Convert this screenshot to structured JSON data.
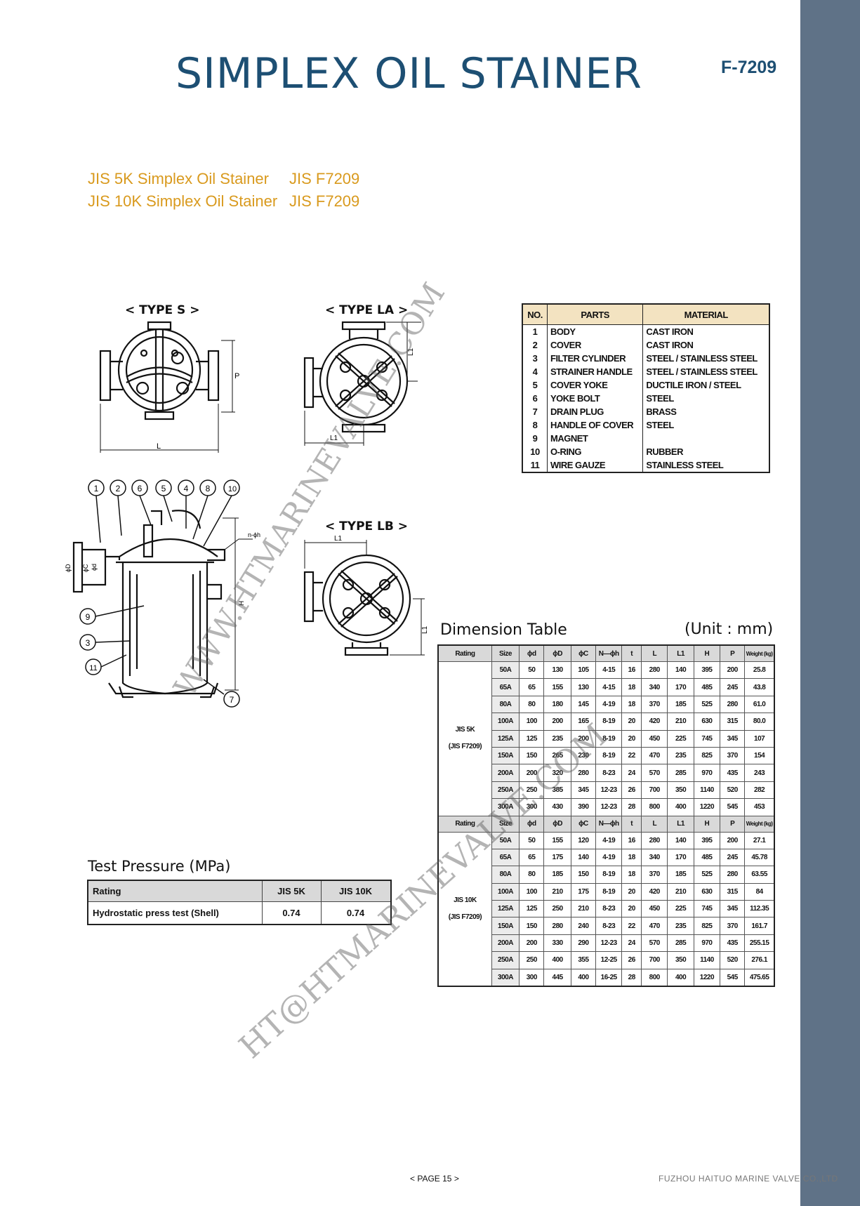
{
  "title": "SIMPLEX OIL STAINER",
  "code": "F-7209",
  "subtitles": [
    {
      "name": "JIS 5K Simplex Oil Stainer",
      "std": "JIS F7209"
    },
    {
      "name": "JIS 10K Simplex Oil Stainer",
      "std": "JIS F7209"
    }
  ],
  "drawings": {
    "type_s": "< TYPE S >",
    "type_la": "< TYPE LA >",
    "type_lb": "< TYPE LB >",
    "dim_L": "L",
    "dim_L1": "L1",
    "dim_P": "P",
    "dim_H": "H",
    "dim_nh": "n-ϕh",
    "dim_D": "ϕD",
    "dim_C": "ϕC",
    "dim_d": "ϕd",
    "balloons_top": [
      "1",
      "2",
      "6",
      "5",
      "4",
      "8",
      "10"
    ],
    "balloons_side": [
      "9",
      "3",
      "11"
    ],
    "balloon_bottom": "7"
  },
  "parts_table": {
    "headers": [
      "NO.",
      "PARTS",
      "MATERIAL"
    ],
    "rows": [
      [
        "1",
        "BODY",
        "CAST IRON"
      ],
      [
        "2",
        "COVER",
        "CAST IRON"
      ],
      [
        "3",
        "FILTER CYLINDER",
        "STEEL / STAINLESS STEEL"
      ],
      [
        "4",
        "STRAINER HANDLE",
        "STEEL / STAINLESS STEEL"
      ],
      [
        "5",
        "COVER YOKE",
        "DUCTILE IRON / STEEL"
      ],
      [
        "6",
        "YOKE BOLT",
        "STEEL"
      ],
      [
        "7",
        "DRAIN PLUG",
        "BRASS"
      ],
      [
        "8",
        "HANDLE OF COVER",
        "STEEL"
      ],
      [
        "9",
        "MAGNET",
        ""
      ],
      [
        "10",
        "O-RING",
        "RUBBER"
      ],
      [
        "11",
        "WIRE GAUZE",
        "STAINLESS STEEL"
      ]
    ]
  },
  "dimension_table": {
    "title": "Dimension Table",
    "unit": "(Unit : mm)",
    "headers": [
      "Rating",
      "Size",
      "ϕd",
      "ϕD",
      "ϕC",
      "N—ϕh",
      "t",
      "L",
      "L1",
      "H",
      "P",
      "Weight (kg)"
    ],
    "groups": [
      {
        "rating": "JIS 5K",
        "rating_std": "(JIS F7209)",
        "rows": [
          [
            "50A",
            "50",
            "130",
            "105",
            "4-15",
            "16",
            "280",
            "140",
            "395",
            "200",
            "25.8"
          ],
          [
            "65A",
            "65",
            "155",
            "130",
            "4-15",
            "18",
            "340",
            "170",
            "485",
            "245",
            "43.8"
          ],
          [
            "80A",
            "80",
            "180",
            "145",
            "4-19",
            "18",
            "370",
            "185",
            "525",
            "280",
            "61.0"
          ],
          [
            "100A",
            "100",
            "200",
            "165",
            "8-19",
            "20",
            "420",
            "210",
            "630",
            "315",
            "80.0"
          ],
          [
            "125A",
            "125",
            "235",
            "200",
            "8-19",
            "20",
            "450",
            "225",
            "745",
            "345",
            "107"
          ],
          [
            "150A",
            "150",
            "265",
            "230",
            "8-19",
            "22",
            "470",
            "235",
            "825",
            "370",
            "154"
          ],
          [
            "200A",
            "200",
            "320",
            "280",
            "8-23",
            "24",
            "570",
            "285",
            "970",
            "435",
            "243"
          ],
          [
            "250A",
            "250",
            "385",
            "345",
            "12-23",
            "26",
            "700",
            "350",
            "1140",
            "520",
            "282"
          ],
          [
            "300A",
            "300",
            "430",
            "390",
            "12-23",
            "28",
            "800",
            "400",
            "1220",
            "545",
            "453"
          ]
        ]
      },
      {
        "rating": "JIS 10K",
        "rating_std": "(JIS F7209)",
        "rows": [
          [
            "50A",
            "50",
            "155",
            "120",
            "4-19",
            "16",
            "280",
            "140",
            "395",
            "200",
            "27.1"
          ],
          [
            "65A",
            "65",
            "175",
            "140",
            "4-19",
            "18",
            "340",
            "170",
            "485",
            "245",
            "45.78"
          ],
          [
            "80A",
            "80",
            "185",
            "150",
            "8-19",
            "18",
            "370",
            "185",
            "525",
            "280",
            "63.55"
          ],
          [
            "100A",
            "100",
            "210",
            "175",
            "8-19",
            "20",
            "420",
            "210",
            "630",
            "315",
            "84"
          ],
          [
            "125A",
            "125",
            "250",
            "210",
            "8-23",
            "20",
            "450",
            "225",
            "745",
            "345",
            "112.35"
          ],
          [
            "150A",
            "150",
            "280",
            "240",
            "8-23",
            "22",
            "470",
            "235",
            "825",
            "370",
            "161.7"
          ],
          [
            "200A",
            "200",
            "330",
            "290",
            "12-23",
            "24",
            "570",
            "285",
            "970",
            "435",
            "255.15"
          ],
          [
            "250A",
            "250",
            "400",
            "355",
            "12-25",
            "26",
            "700",
            "350",
            "1140",
            "520",
            "276.1"
          ],
          [
            "300A",
            "300",
            "445",
            "400",
            "16-25",
            "28",
            "800",
            "400",
            "1220",
            "545",
            "475.65"
          ]
        ]
      }
    ]
  },
  "test_pressure": {
    "title": "Test Pressure (MPa)",
    "headers": [
      "Rating",
      "JIS 5K",
      "JIS 10K"
    ],
    "row": [
      "Hydrostatic press test (Shell)",
      "0.74",
      "0.74"
    ]
  },
  "watermarks": [
    "WWW.HTMARINEVALVE.COM",
    "HT@HTMARINEVALVE.COM"
  ],
  "footer": {
    "page": "< PAGE 15 >",
    "company": "FUZHOU HAITUO MARINE VALVE CO.,LTD"
  },
  "colors": {
    "title": "#1d4f73",
    "subtitle": "#d99a1e",
    "side_bar": "#5f7287",
    "parts_header": "#f3e3c1",
    "table_header": "#d9d9d9"
  }
}
